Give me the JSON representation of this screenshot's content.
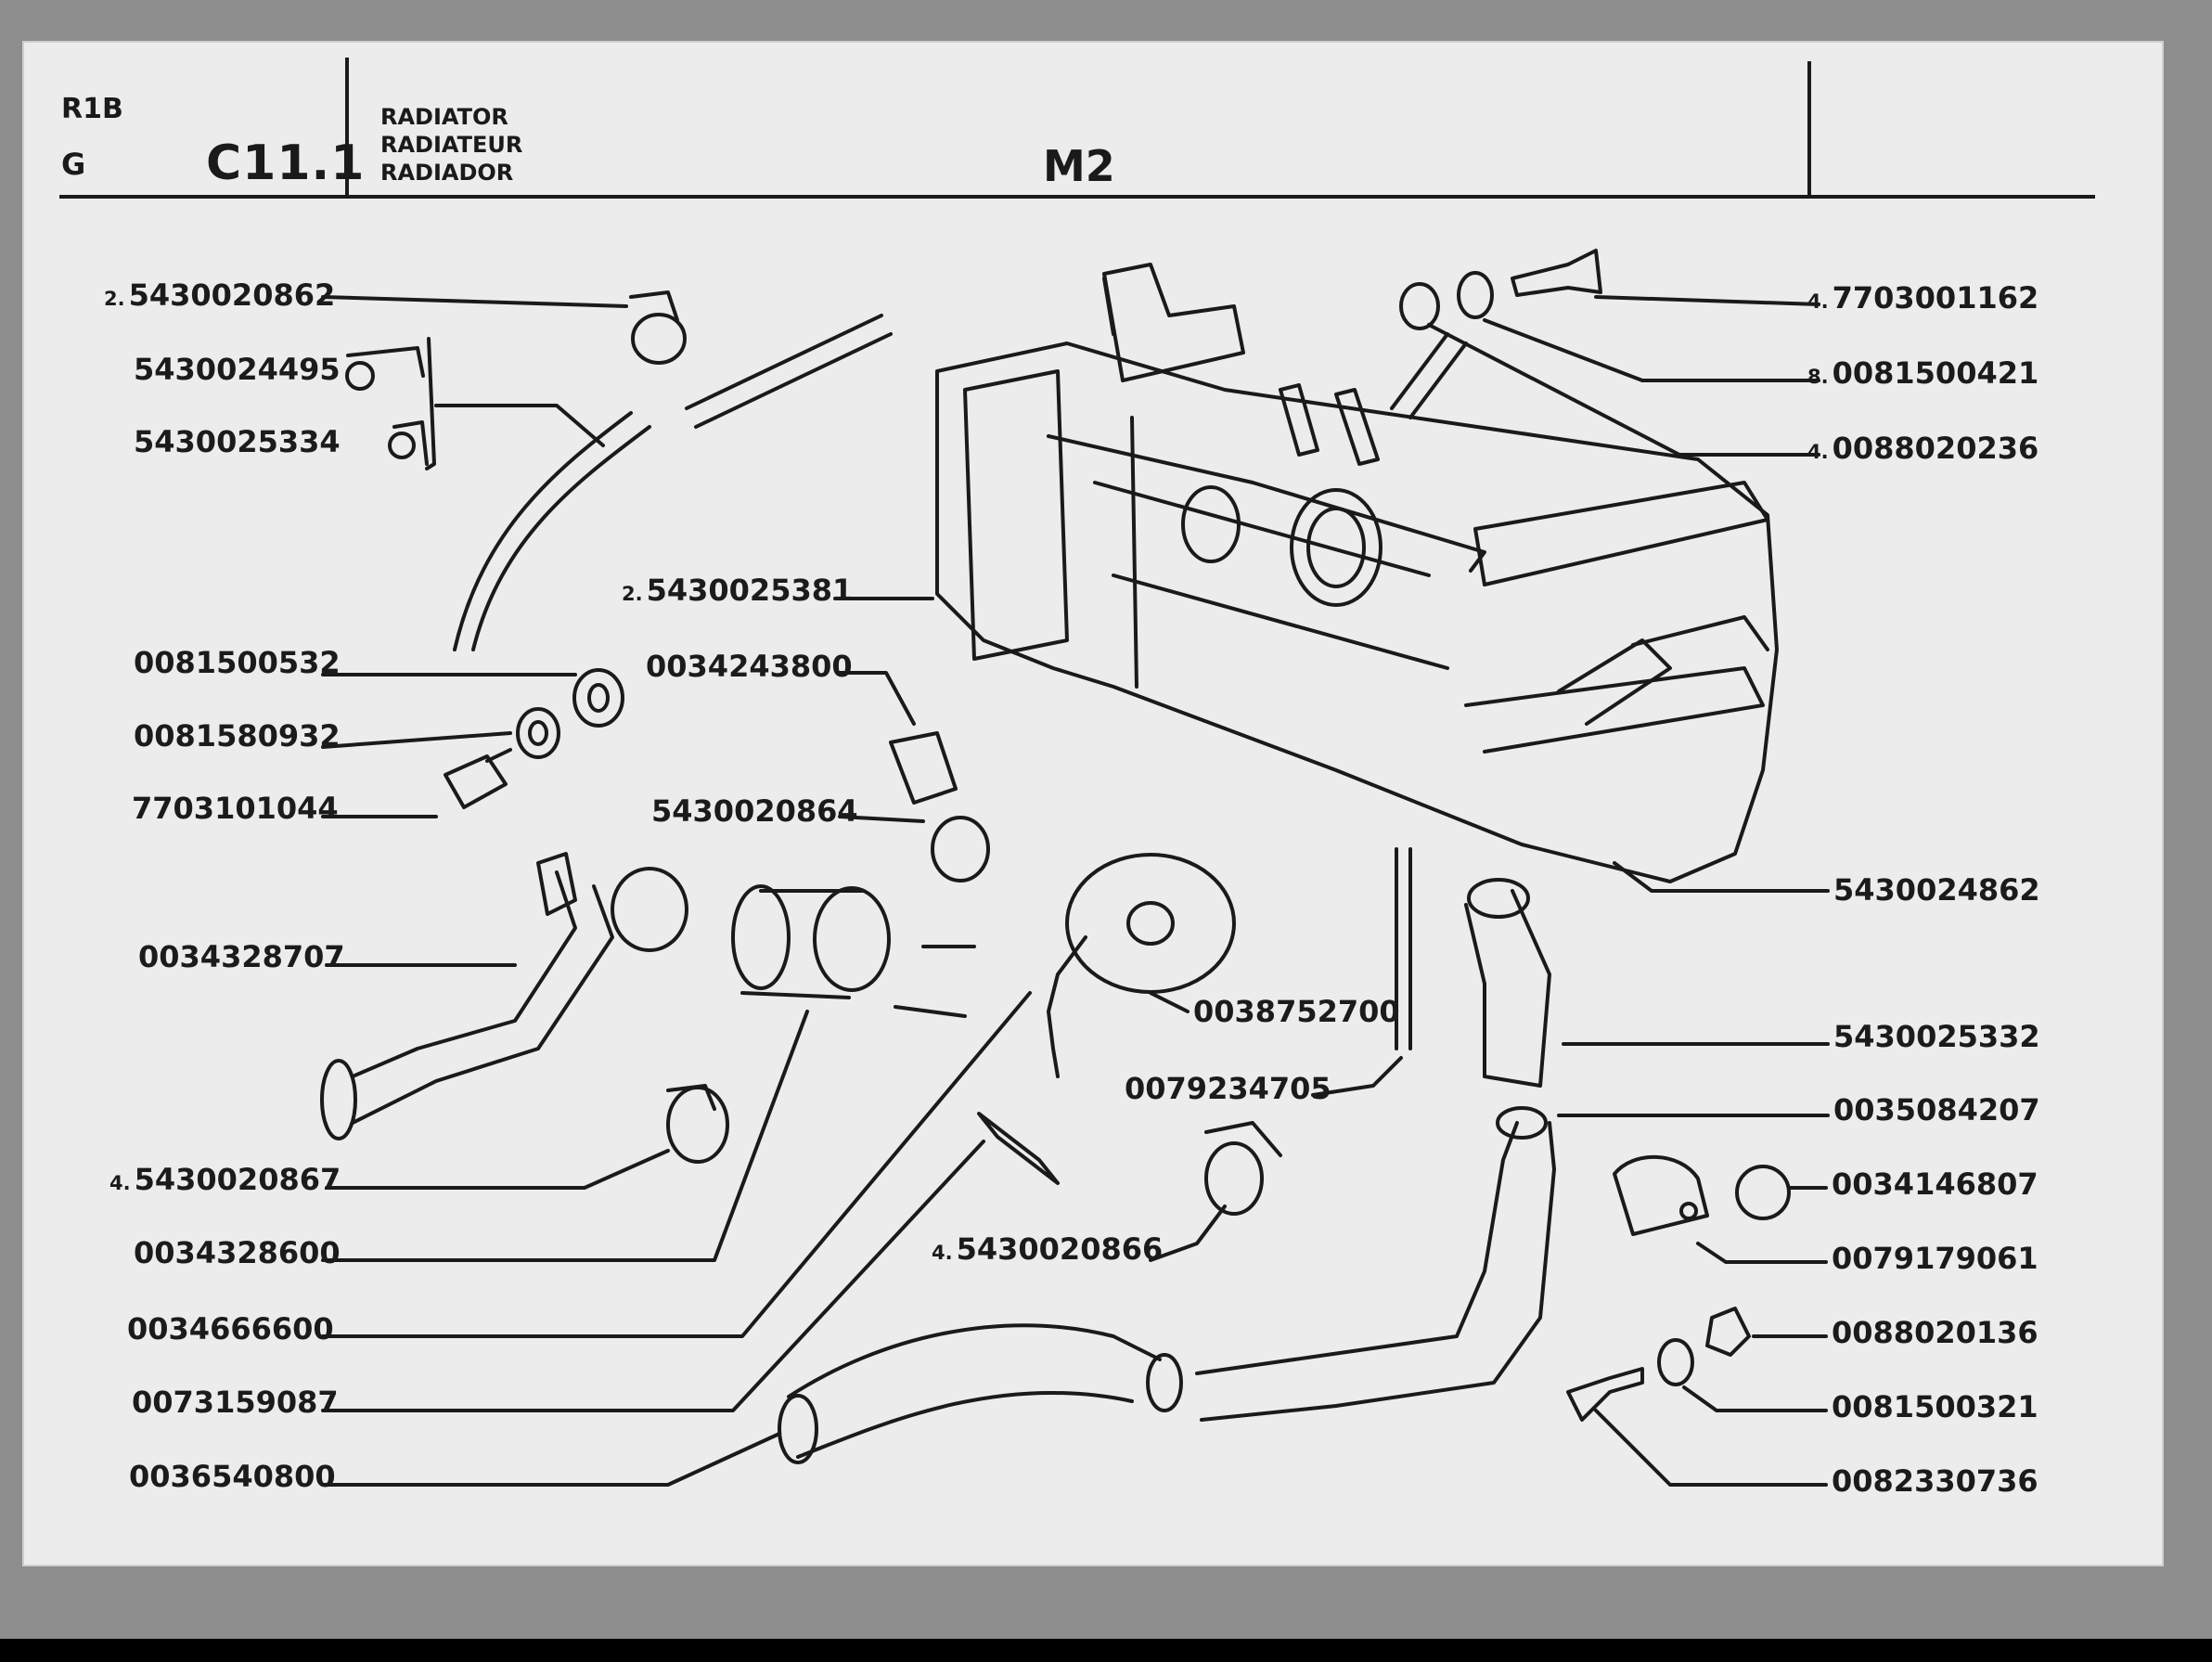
{
  "header": {
    "model_code": "R1B",
    "variant": "G",
    "page": "C11.1",
    "title_en": "RADIATOR",
    "title_fr": "RADIATEUR",
    "title_es": "RADIADOR",
    "model_name": "M2"
  },
  "callouts_left": [
    {
      "qty": "2.",
      "part": "5430020862"
    },
    {
      "qty": "",
      "part": "5430024495"
    },
    {
      "qty": "",
      "part": "5430025334"
    },
    {
      "qty": "2.",
      "part": "5430025381"
    },
    {
      "qty": "",
      "part": "0081500532"
    },
    {
      "qty": "",
      "part": "0034243800"
    },
    {
      "qty": "",
      "part": "0081580932"
    },
    {
      "qty": "",
      "part": "7703101044"
    },
    {
      "qty": "",
      "part": "5430020864"
    },
    {
      "qty": "",
      "part": "0034328707"
    },
    {
      "qty": "",
      "part": "0038752700"
    },
    {
      "qty": "",
      "part": "0079234705"
    },
    {
      "qty": "4.",
      "part": "5430020867"
    },
    {
      "qty": "4.",
      "part": "5430020866"
    },
    {
      "qty": "",
      "part": "0034328600"
    },
    {
      "qty": "",
      "part": "0034666600"
    },
    {
      "qty": "",
      "part": "0073159087"
    },
    {
      "qty": "",
      "part": "0036540800"
    }
  ],
  "callouts_right": [
    {
      "qty": "4.",
      "part": "7703001162"
    },
    {
      "qty": "8.",
      "part": "0081500421"
    },
    {
      "qty": "4.",
      "part": "0088020236"
    },
    {
      "qty": "",
      "part": "5430024862"
    },
    {
      "qty": "",
      "part": "5430025332"
    },
    {
      "qty": "",
      "part": "0035084207"
    },
    {
      "qty": "",
      "part": "0034146807"
    },
    {
      "qty": "",
      "part": "0079179061"
    },
    {
      "qty": "",
      "part": "0088020136"
    },
    {
      "qty": "",
      "part": "0081500321"
    },
    {
      "qty": "",
      "part": "0082330736"
    }
  ],
  "colors": {
    "ink": "#1a1a1a",
    "paper": "#ececec",
    "background": "#8e8e8e"
  }
}
